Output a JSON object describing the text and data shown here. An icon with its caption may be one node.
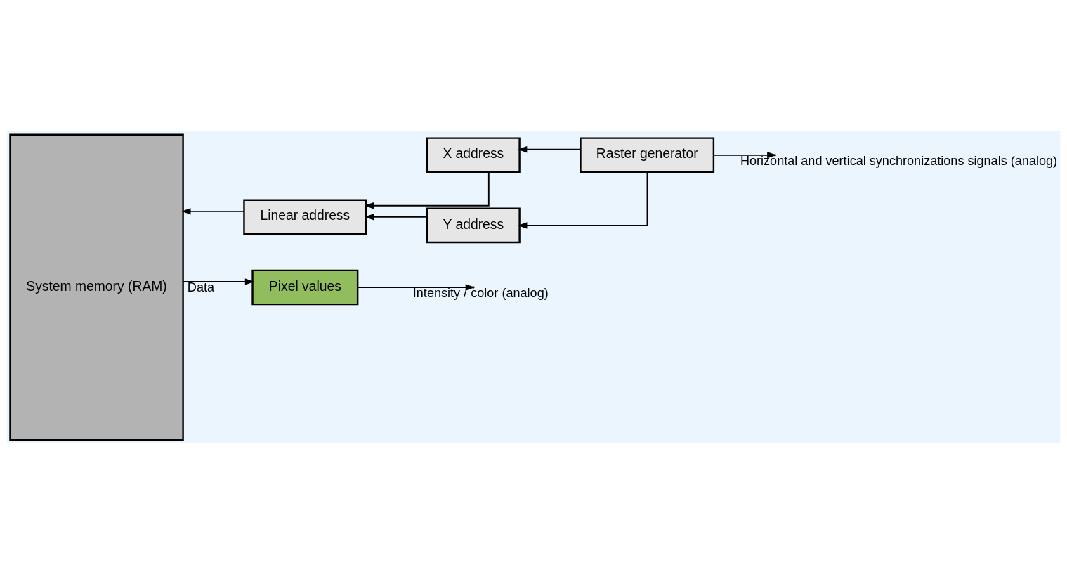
{
  "diagram": {
    "nodes": [
      {
        "text": [
          "System memory (RAM)"
        ]
      },
      {
        "text": [
          "Linear address"
        ]
      },
      {
        "text": [
          "X address"
        ]
      },
      {
        "text": [
          "Y address"
        ]
      },
      {
        "text": [
          "Raster generator"
        ]
      },
      {
        "text": [
          "Pixel values"
        ]
      }
    ],
    "edges": [
      {
        "from": 1,
        "to": 0,
        "arrow": "to"
      },
      {
        "from": 2,
        "to": 1,
        "arrow": "to"
      },
      {
        "from": 3,
        "to": 1,
        "arrow": "to"
      },
      {
        "from": 4,
        "to": 2,
        "arrow": "to"
      },
      {
        "from": 4,
        "to": 3,
        "arrow": "to"
      },
      {
        "from": 4,
        "to": null,
        "arrow": "to",
        "label": "Horizontal and vertical synchronizations signals (analog)"
      },
      {
        "from": 0,
        "to": 5,
        "arrow": "to",
        "label": "Data"
      },
      {
        "from": 5,
        "to": null,
        "arrow": "to",
        "label": "Intensity / color (analog)"
      }
    ]
  }
}
